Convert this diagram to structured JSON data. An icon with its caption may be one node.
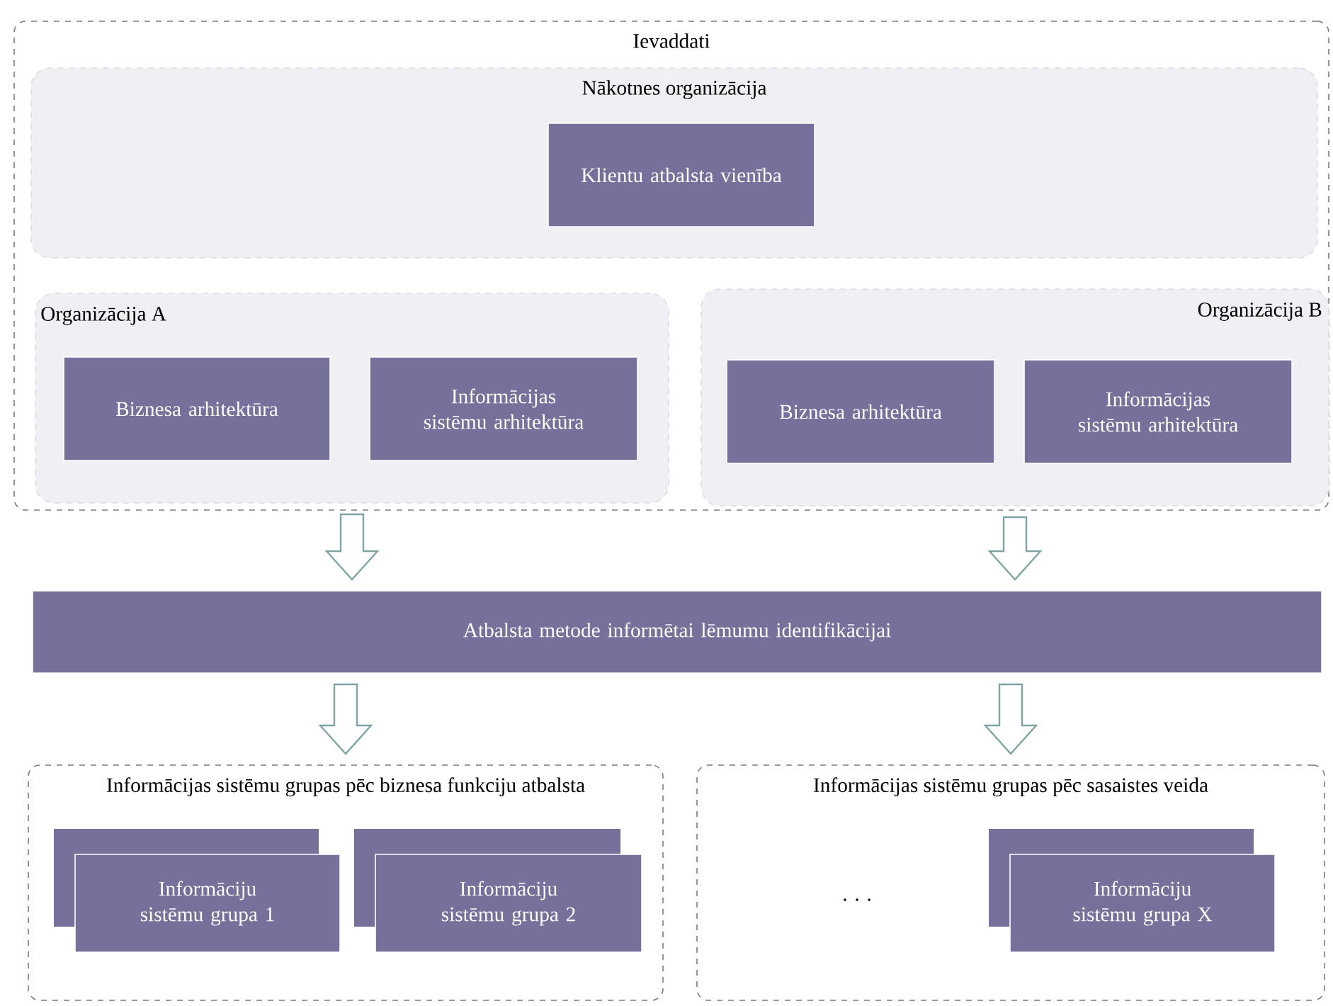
{
  "diagram": {
    "nodes": [
      {
        "text": [
          "Ievaddati"
        ]
      },
      {
        "text": [
          "Nākotnes organizācija"
        ],
        "in": 0
      },
      {
        "text": [
          "Klientu atbalsta vienība"
        ],
        "in": 1
      },
      {
        "text": [
          "Organizācija A"
        ],
        "in": 0
      },
      {
        "text": [
          "Biznesa arhitektūra"
        ],
        "in": 3
      },
      {
        "text": [
          "Informācijas sistēmu arhitektūra"
        ],
        "in": 3
      },
      {
        "text": [
          "Organizācija B"
        ],
        "in": 0
      },
      {
        "text": [
          "Biznesa arhitektūra"
        ],
        "in": 6
      },
      {
        "text": [
          "Informācijas sistēmu arhitektūra"
        ],
        "in": 6
      },
      {
        "text": [
          "Atbalsta metode informētai lēmumu identifikācijai"
        ]
      },
      {
        "text": [
          "Informācijas sistēmu grupas pēc biznesa funkciju atbalsta"
        ]
      },
      {
        "text": [
          "Informāciju sistēmu grupa 1"
        ],
        "in": 10
      },
      {
        "text": [
          "Informāciju sistēmu grupa 2"
        ],
        "in": 10
      },
      {
        "text": [
          "Informācijas sistēmu grupas pēc sasaistes veida"
        ]
      },
      {
        "text": [
          "Informāciju sistēmu grupa X"
        ],
        "in": 13
      }
    ],
    "edges": [
      {
        "from": 3,
        "to": 9,
        "arrow": "to"
      },
      {
        "from": 6,
        "to": 9,
        "arrow": "to"
      },
      {
        "from": 9,
        "to": 10,
        "arrow": "to"
      },
      {
        "from": 9,
        "to": 13,
        "arrow": "to"
      }
    ],
    "labels": [
      ". . ."
    ]
  }
}
